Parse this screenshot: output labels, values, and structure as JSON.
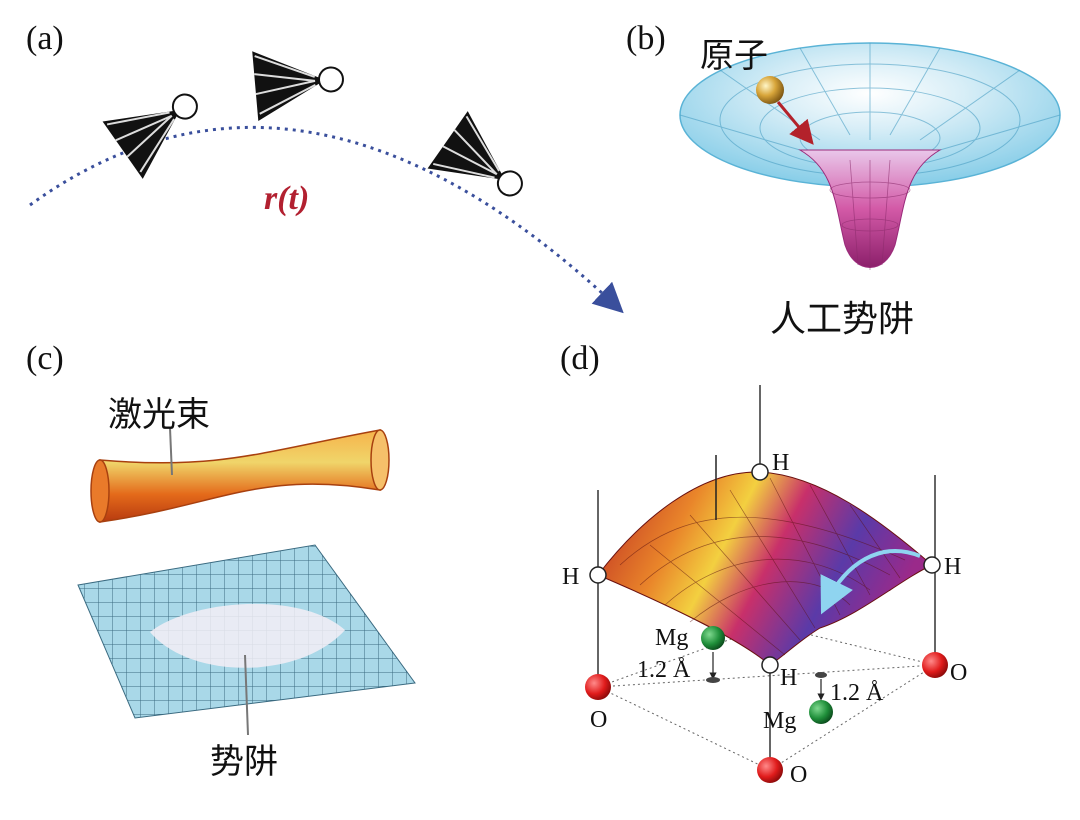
{
  "panels": {
    "a": {
      "label": "(a)",
      "trajectory_label": "r(t)"
    },
    "b": {
      "label": "(b)",
      "atom_label": "原子",
      "well_label": "人工势阱"
    },
    "c": {
      "label": "(c)",
      "beam_label": "激光束",
      "well_label": "势阱"
    },
    "d": {
      "label": "(d)",
      "h_label": "H",
      "o_label": "O",
      "mg_label": "Mg",
      "distance_label": "1.2 Å"
    }
  },
  "colors": {
    "trajectory": "#3a4f9c",
    "rt_text": "#b22030",
    "arrow_red": "#b3222b",
    "well_cyan": "#8fd4ea",
    "well_magenta": "#b0287a",
    "beam_orange": "#e8731c",
    "mesh_blue": "#a9d8e8",
    "o_atom": "#e01b1b",
    "mg_atom": "#1f8f3a"
  }
}
